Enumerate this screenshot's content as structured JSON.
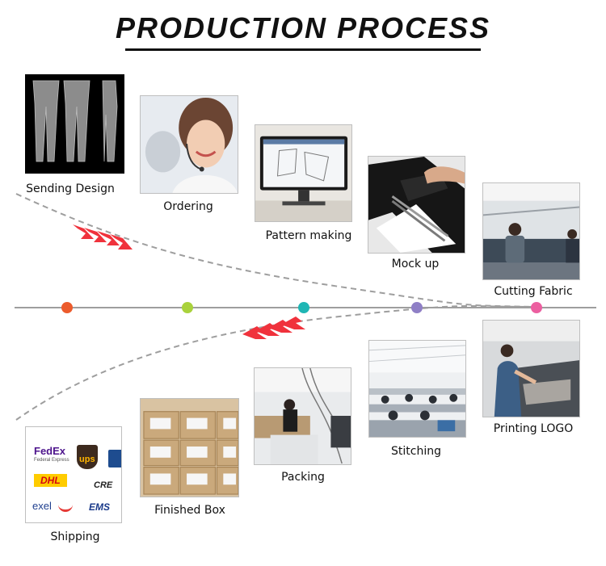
{
  "title": "PRODUCTION PROCESS",
  "colors": {
    "timeline": "#9e9e9e",
    "curve": "#9e9e9e",
    "arrow": "#f0323c",
    "dots": [
      "#ec5b2c",
      "#a9d23c",
      "#1fb6b4",
      "#8f7fc6",
      "#ec5fa0"
    ]
  },
  "steps": [
    {
      "id": "sending-design",
      "label": "Sending Design",
      "icon": "leggings-design-photo"
    },
    {
      "id": "ordering",
      "label": "Ordering",
      "icon": "customer-service-photo"
    },
    {
      "id": "pattern-making",
      "label": "Pattern making",
      "icon": "computer-pattern-photo"
    },
    {
      "id": "mock-up",
      "label": "Mock up",
      "icon": "scissors-fabric-photo"
    },
    {
      "id": "cutting-fabric",
      "label": "Cutting Fabric",
      "icon": "cutting-machine-photo"
    },
    {
      "id": "printing-logo",
      "label": "Printing LOGO",
      "icon": "printing-photo"
    },
    {
      "id": "stitching",
      "label": "Stitching",
      "icon": "sewing-workshop-photo"
    },
    {
      "id": "packing",
      "label": "Packing",
      "icon": "packing-photo"
    },
    {
      "id": "finished-box",
      "label": "Finished Box",
      "icon": "boxes-photo"
    },
    {
      "id": "shipping",
      "label": "Shipping",
      "icon": "courier-logos-photo"
    }
  ],
  "shipping_logos": {
    "fedex": "FedEx",
    "fedex_sub": "Federal Express",
    "ups": "ups",
    "dhl": "DHL",
    "cre": "CRE",
    "exel": "exel",
    "ems": "EMS"
  }
}
